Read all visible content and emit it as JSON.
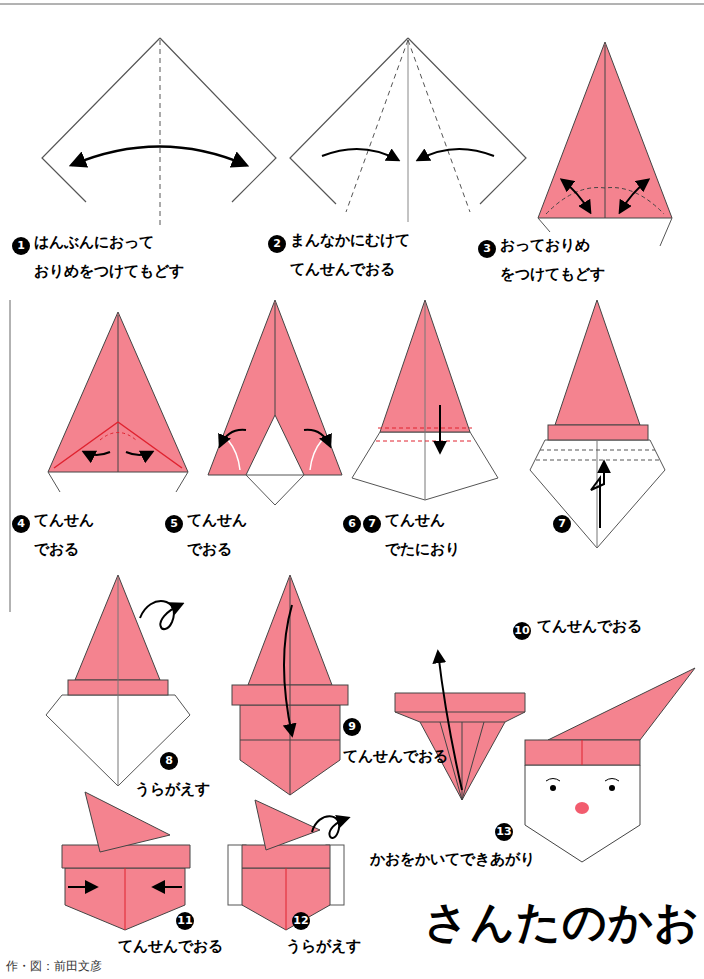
{
  "diagram": {
    "title": "さんたのかお",
    "labels": [
      "1",
      "はんぶんにおって おりめをつけてもどす",
      "2",
      "まんなかにむけて てんせんでおる",
      "3",
      "おっておりめ をつけてもどす",
      "4",
      "てんせん でおる",
      "5",
      "てんせん でおる",
      "6",
      "7",
      "てんせん でたにおり",
      "7",
      "8",
      "うらがえす",
      "9",
      "てんせんでおる",
      "10",
      "てんせんでおる",
      "11",
      "てんせんでおる",
      "12",
      "うらがえす",
      "13",
      "かおをかいてできあがり",
      "作・図：前田文彦"
    ]
  }
}
